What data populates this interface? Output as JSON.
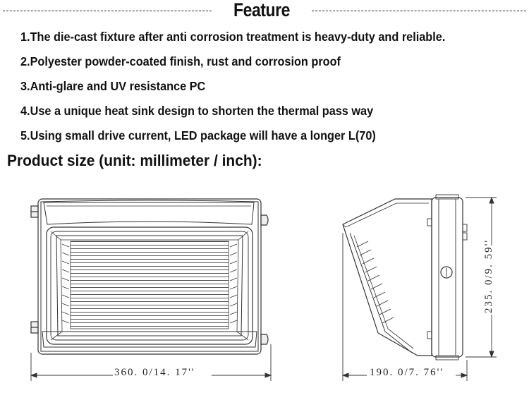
{
  "header": {
    "title": "Feature"
  },
  "features": [
    "1.The die-cast fixture after anti corrosion treatment is heavy-duty and reliable.",
    "2.Polyester powder-coated finish, rust and corrosion proof",
    "3.Anti-glare and UV resistance PC",
    "4.Use a unique heat sink design to shorten the thermal pass way",
    "5.Using small drive current, LED package will have a longer L(70)"
  ],
  "product_size": {
    "label": "Product size (unit: millimeter / inch):"
  },
  "drawings": {
    "front": {
      "width_dimension": "360. 0/14. 17''"
    },
    "side": {
      "depth_dimension": "190. 0/7. 76''",
      "height_dimension": "235. 0/9. 59''"
    }
  }
}
